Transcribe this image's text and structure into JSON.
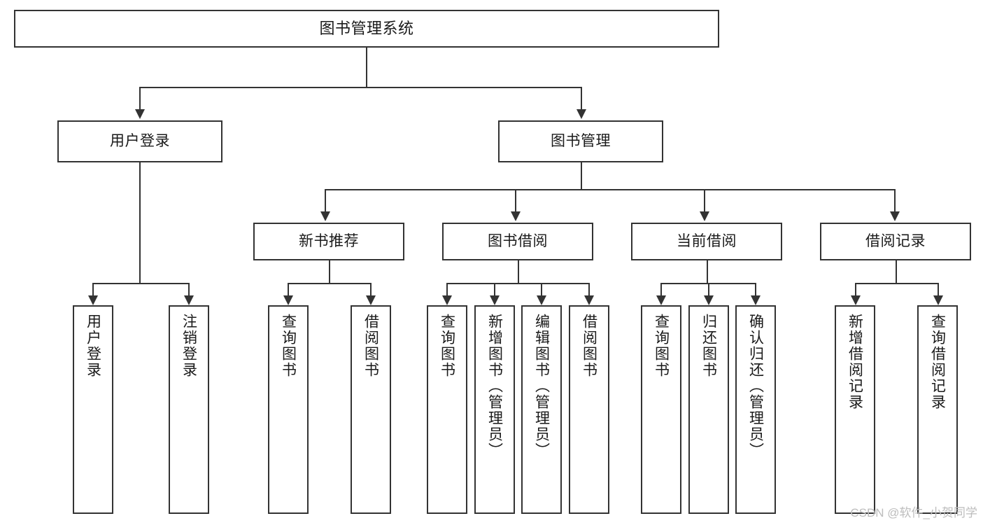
{
  "diagram": {
    "title": "图书管理系统",
    "type": "tree-hierarchy",
    "root": {
      "id": "root",
      "label": "图书管理系统"
    },
    "level2": [
      {
        "id": "user-login",
        "label": "用户登录"
      },
      {
        "id": "book-manage",
        "label": "图书管理"
      }
    ],
    "level3": [
      {
        "id": "new-book-recommend",
        "label": "新书推荐"
      },
      {
        "id": "book-borrow",
        "label": "图书借阅"
      },
      {
        "id": "current-borrow",
        "label": "当前借阅"
      },
      {
        "id": "borrow-record",
        "label": "借阅记录"
      }
    ],
    "leaves": {
      "user_login": [
        {
          "id": "leaf-user-login",
          "label": "用户登录"
        },
        {
          "id": "leaf-logout",
          "label": "注销登录"
        }
      ],
      "new_book_recommend": [
        {
          "id": "leaf-query-book-1",
          "label": "查询图书"
        },
        {
          "id": "leaf-borrow-book-1",
          "label": "借阅图书"
        }
      ],
      "book_borrow": [
        {
          "id": "leaf-query-book-2",
          "label": "查询图书"
        },
        {
          "id": "leaf-add-book",
          "label": "新增图书（管理员）"
        },
        {
          "id": "leaf-edit-book",
          "label": "编辑图书（管理员）"
        },
        {
          "id": "leaf-borrow-book-2",
          "label": "借阅图书"
        }
      ],
      "current_borrow": [
        {
          "id": "leaf-query-book-3",
          "label": "查询图书"
        },
        {
          "id": "leaf-return-book",
          "label": "归还图书"
        },
        {
          "id": "leaf-confirm-return",
          "label": "确认归还（管理员）"
        }
      ],
      "borrow_record": [
        {
          "id": "leaf-add-record",
          "label": "新增借阅记录"
        },
        {
          "id": "leaf-query-record",
          "label": "查询借阅记录"
        }
      ]
    }
  },
  "watermark": {
    "text": "CSDN @软件_小贺同学"
  },
  "colors": {
    "stroke": "#333333",
    "background": "#ffffff",
    "text": "#1a1a1a",
    "watermark": "#bdbdbd"
  }
}
